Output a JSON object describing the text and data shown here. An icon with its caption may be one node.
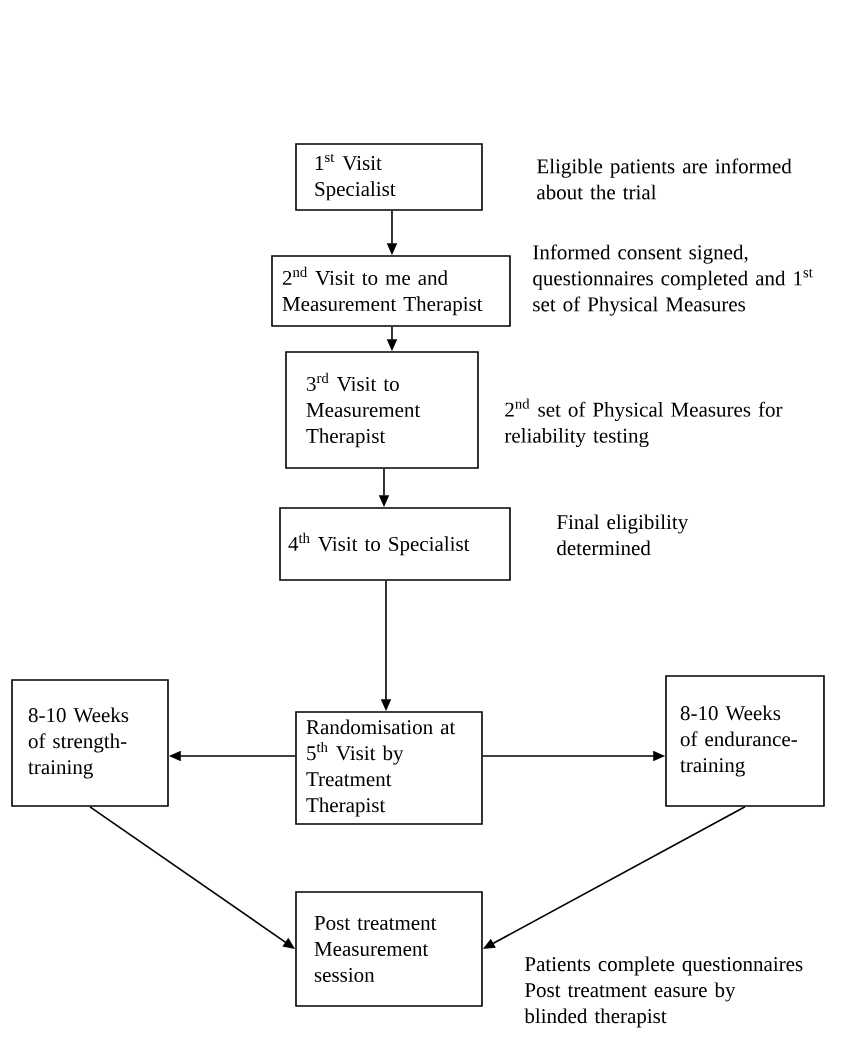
{
  "diagram": {
    "nodes": [
      {
        "text": [
          "1$^{st}$ Visit Specialist"
        ],
        "beside": [
          "Eligible patients are informed about the trial"
        ]
      },
      {
        "text": [
          "2$^{nd}$ Visit to me and Measurement Therapist"
        ],
        "beside": [
          "Informed consent signed, questionnaires completed and 1$^{st}$ set of Physical Measures"
        ]
      },
      {
        "text": [
          "3$^{rd}$ Visit to Measurement Therapist"
        ],
        "beside": [
          "2$^{nd}$ set of Physical Measures for reliability testing"
        ]
      },
      {
        "text": [
          "4$^{th}$ Visit to Specialist"
        ],
        "beside": [
          "Final eligibility determined"
        ]
      },
      {
        "text": [
          "8-10 Weeks of strength-training"
        ]
      },
      {
        "text": [
          "Randomisation at 5$^{th}$ Visit by Treatment Therapist"
        ]
      },
      {
        "text": [
          "8-10 Weeks of endurance-training"
        ]
      },
      {
        "text": [
          "Post treatment Measurement session"
        ],
        "beside": [
          "Patients complete questionnaires",
          "Post treatment easure by blinded therapist"
        ]
      }
    ],
    "edges": [
      {
        "from": 0,
        "to": 1,
        "arrow": "to"
      },
      {
        "from": 1,
        "to": 2,
        "arrow": "to"
      },
      {
        "from": 2,
        "to": 3,
        "arrow": "to"
      },
      {
        "from": 3,
        "to": 5,
        "arrow": "to"
      },
      {
        "from": 5,
        "to": 4,
        "arrow": "to"
      },
      {
        "from": 5,
        "to": 6,
        "arrow": "to"
      },
      {
        "from": 4,
        "to": 7,
        "arrow": "to"
      },
      {
        "from": 6,
        "to": 7,
        "arrow": "to"
      }
    ]
  }
}
